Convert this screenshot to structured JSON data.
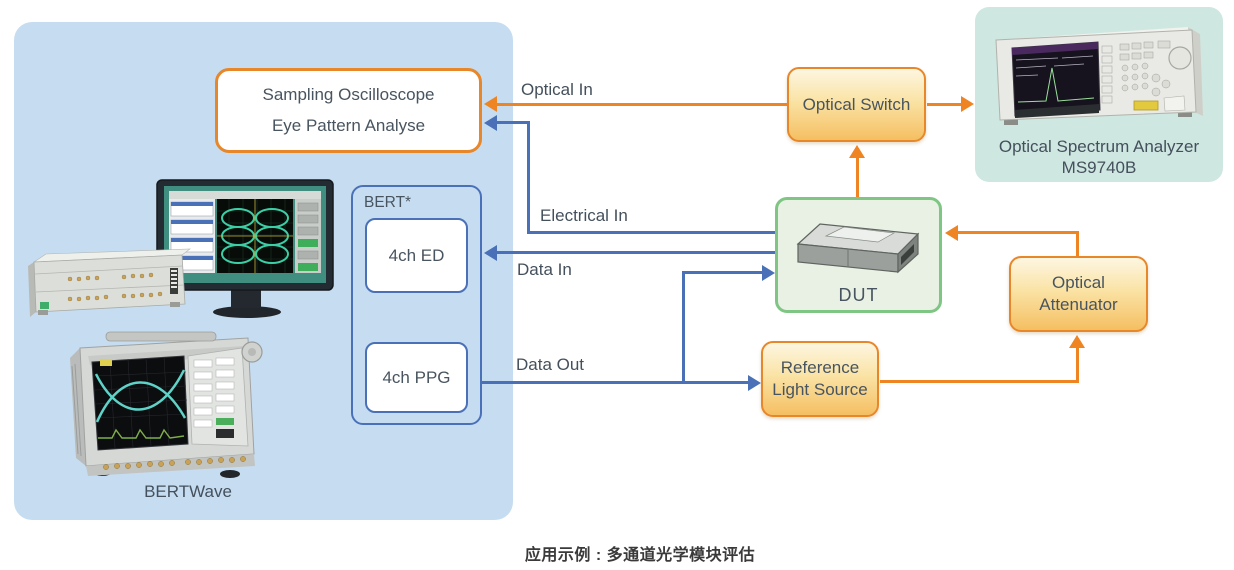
{
  "diagram": {
    "caption": "应用示例 : 多通道光学模块评估",
    "bertwave_panel": {
      "sampling_oscilloscope": {
        "line1": "Sampling Oscilloscope",
        "line2": "Eye Pattern Analyse"
      },
      "bert": {
        "label": "BERT*",
        "ed_label": "4ch ED",
        "ppg_label": "4ch PPG"
      },
      "bertwave_caption": "BERTWave"
    },
    "blocks": {
      "optical_switch": {
        "label": "Optical Switch"
      },
      "optical_spectrum_analyzer": {
        "line1": "Optical Spectrum Analyzer",
        "line2": "MS9740B"
      },
      "dut": {
        "label": "DUT"
      },
      "optical_attenuator": {
        "line1": "Optical",
        "line2": "Attenuator"
      },
      "reference_light_source": {
        "line1": "Reference",
        "line2": "Light Source"
      }
    },
    "connections": {
      "optical_in": {
        "label": "Optical In",
        "color": "#ee8422"
      },
      "electrical_in": {
        "label": "Electrical In",
        "color": "#4a71b8"
      },
      "data_in": {
        "label": "Data In",
        "color": "#4a71b8"
      },
      "data_out": {
        "label": "Data Out",
        "color": "#4a71b8"
      },
      "optical_switch_to_analyzer": {
        "color": "#ee8422"
      },
      "dut_to_optical_switch": {
        "color": "#ee8422"
      },
      "attenuator_to_dut": {
        "color": "#ee8422"
      },
      "light_source_to_attenuator": {
        "color": "#ee8422"
      }
    },
    "colors": {
      "panel_blue": "#c6ddf1",
      "analyzer_panel_teal": "#cfe7e1",
      "orange_border": "#e8862a",
      "orange_line": "#ee8422",
      "blue_line": "#4a71b8",
      "dut_green_border": "#7fc583",
      "dut_green_fill": "#e9f1e5",
      "box_text": "#48545f"
    }
  }
}
